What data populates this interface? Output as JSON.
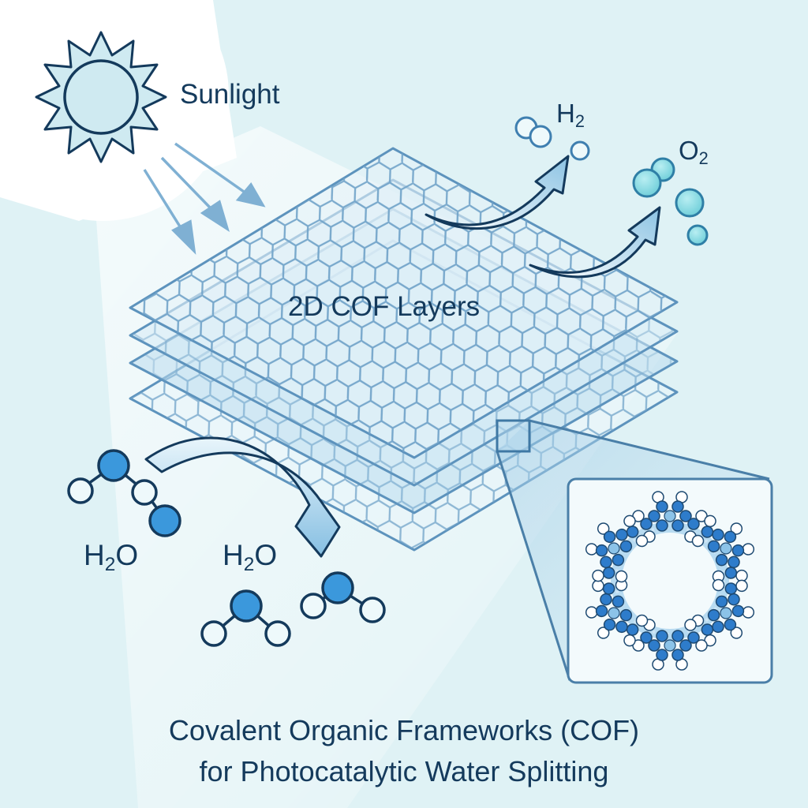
{
  "labels": {
    "sunlight": "Sunlight",
    "cof_layers": "2D COF Layers",
    "hydrogen": {
      "main": "H",
      "sub": "2"
    },
    "oxygen": {
      "main": "O",
      "sub": "2"
    },
    "water_left": {
      "pre": "H",
      "sub": "2",
      "post": "O"
    },
    "water_right": {
      "pre": "H",
      "sub": "2",
      "post": "O"
    }
  },
  "title": {
    "line1": "Covalent Organic Frameworks (COF)",
    "line2": "for Photocatalytic Water Splitting"
  },
  "icons": {
    "sun": "sun-icon",
    "light_rays": "arrow-down-right-icon",
    "product_arrows": "curved-arrow-up-icon",
    "input_arrow": "curved-arrow-down-icon",
    "h2_bubbles": "bubble-icon",
    "o2_bubbles": "bubble-icon",
    "water_molecule": "molecule-icon",
    "zoom_inset": "magnify-inset"
  },
  "colors": {
    "background": "#dff2f5",
    "glow": "#ffffff",
    "ink": "#143a5c",
    "layer_stroke": "#5d93bd",
    "layer_fill": "#cfe6f3",
    "oxygen_atom": "#3b98dc",
    "o2_bubble": "#7fd4dd",
    "h2_bubble": "#eef9fb"
  },
  "layer_count": 4
}
